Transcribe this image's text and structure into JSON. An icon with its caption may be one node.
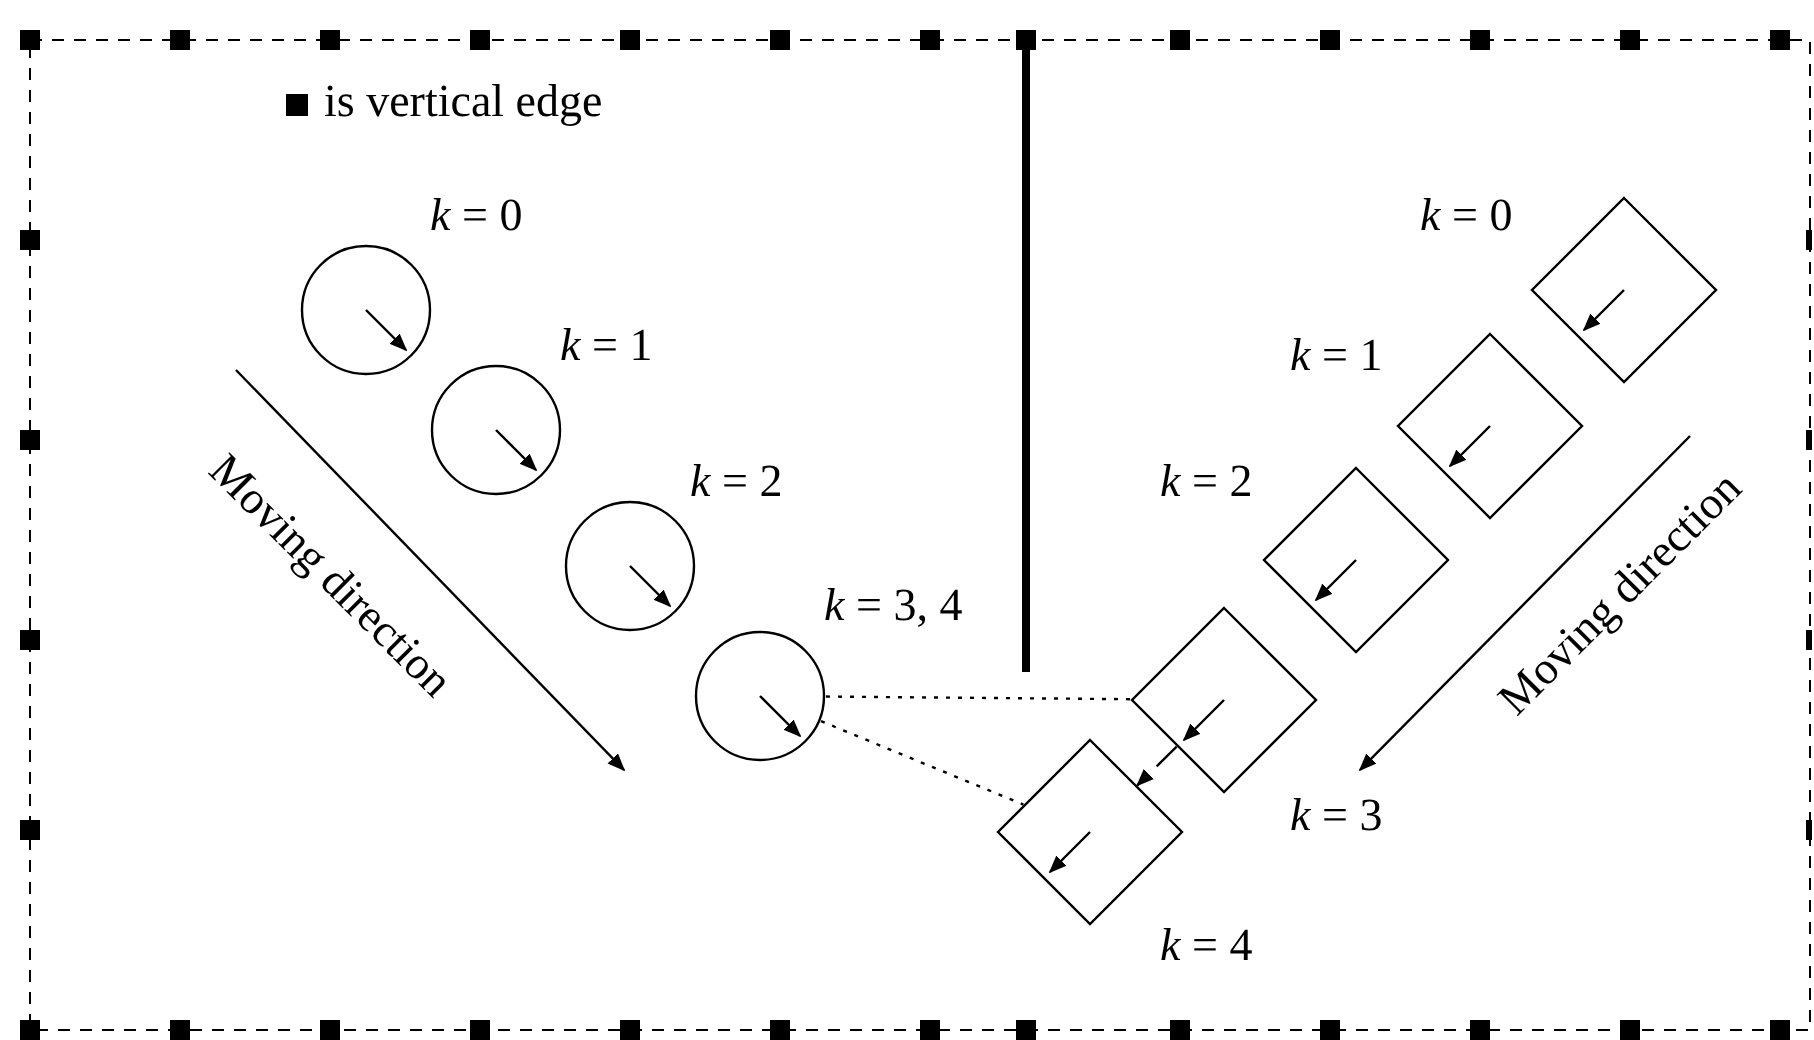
{
  "diagram": {
    "nodes": [
      {
        "text": [],
        "shape": "circle",
        "beside": [
          "*k* = 0"
        ]
      },
      {
        "text": [],
        "shape": "circle",
        "beside": [
          "*k* = 1"
        ]
      },
      {
        "text": [],
        "shape": "circle",
        "beside": [
          "*k* = 2"
        ]
      },
      {
        "text": [],
        "shape": "circle",
        "beside": [
          "*k* = 3, 4"
        ]
      },
      {
        "text": [],
        "shape": "diamond",
        "beside": [
          "*k* = 0"
        ]
      },
      {
        "text": [],
        "shape": "diamond",
        "beside": [
          "*k* = 1"
        ]
      },
      {
        "text": [],
        "shape": "diamond",
        "beside": [
          "*k* = 2"
        ]
      },
      {
        "text": [],
        "shape": "diamond",
        "beside": [
          "*k* = 3"
        ]
      },
      {
        "text": [],
        "shape": "diamond",
        "beside": [
          "*k* = 4"
        ]
      }
    ],
    "edges": [
      {
        "from": 3,
        "to": 7,
        "arrow": "none",
        "style": "dashed"
      },
      {
        "from": 3,
        "to": 8,
        "arrow": "none",
        "style": "dashed"
      },
      {
        "from": 7,
        "to": 8,
        "arrow": "to",
        "style": "dashed"
      }
    ],
    "labels": [
      "Moving direction",
      "Moving direction"
    ],
    "legend": [
      {
        "text": "is vertical edge"
      }
    ]
  }
}
